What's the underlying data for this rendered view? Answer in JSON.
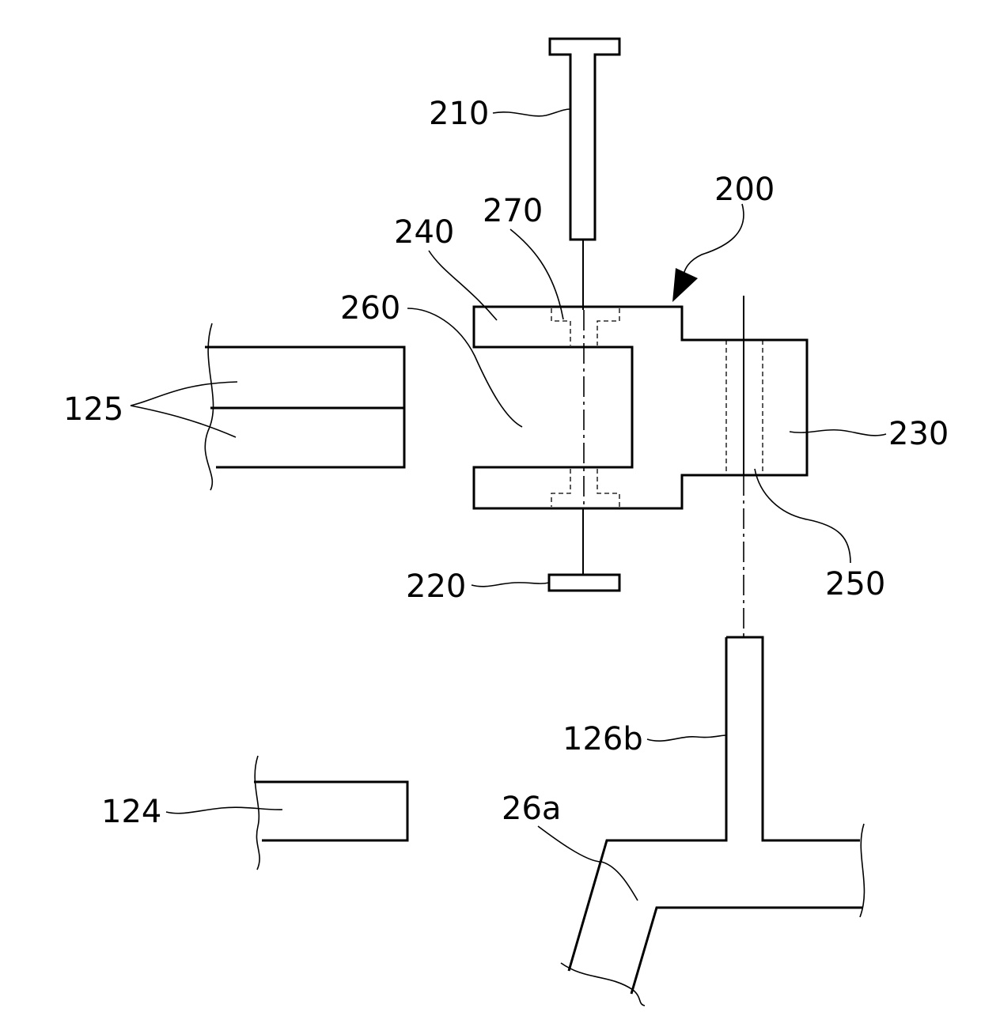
{
  "labels": {
    "l210": "210",
    "l200": "200",
    "l270": "270",
    "l240": "240",
    "l260": "260",
    "l125": "125",
    "l230": "230",
    "l220": "220",
    "l250": "250",
    "l126b": "126b",
    "l124": "124",
    "l26a": "26a"
  }
}
